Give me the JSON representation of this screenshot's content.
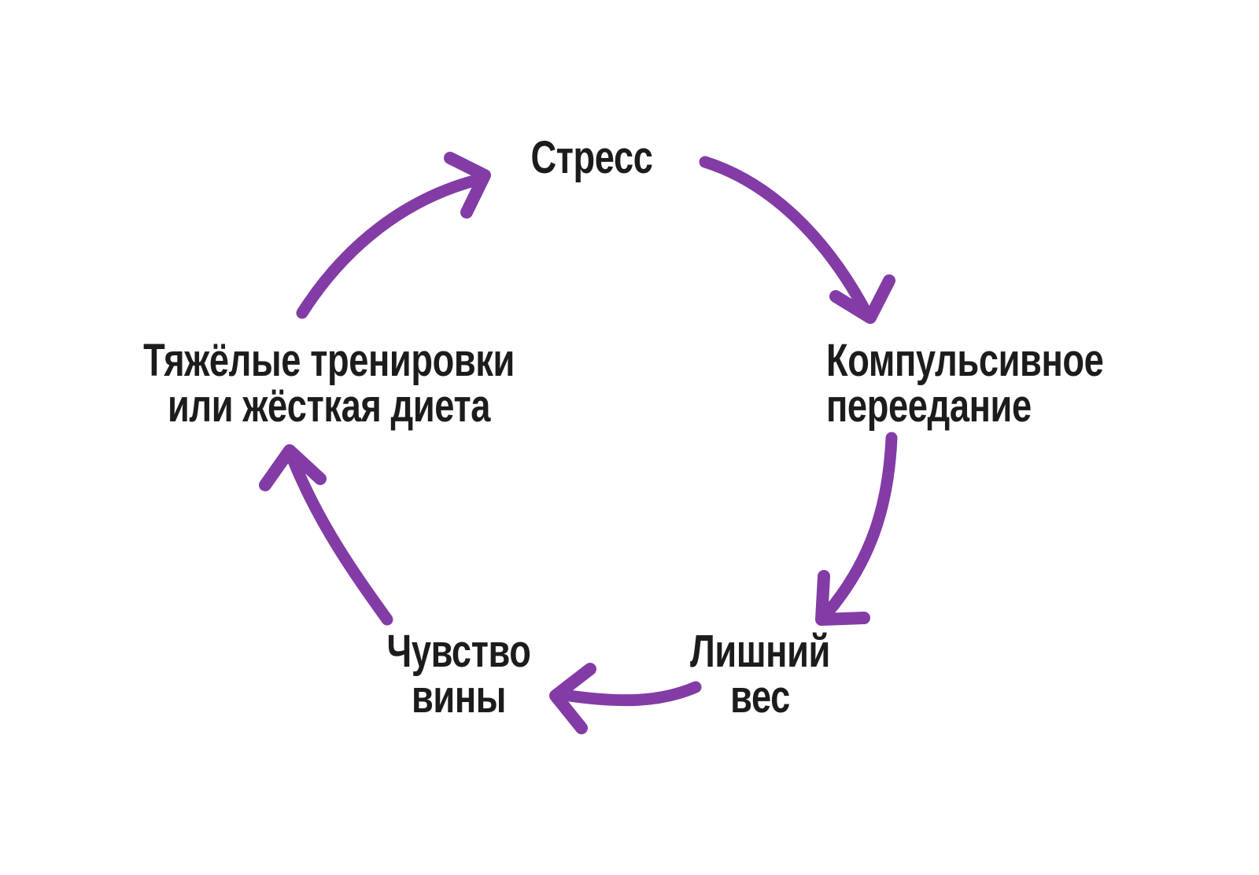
{
  "diagram": {
    "type": "cycle",
    "language": "ru",
    "nodes": {
      "stress": {
        "label": "Стресс"
      },
      "overeating": {
        "line1": "Компульсивное",
        "line2": "переедание"
      },
      "excess_weight": {
        "line1": "Лишний",
        "line2": "вес"
      },
      "guilt": {
        "line1": "Чувство",
        "line2": "вины"
      },
      "training_diet": {
        "line1": "Тяжёлые тренировки",
        "line2": "или жёсткая диета"
      }
    },
    "arrows": [
      {
        "from": "stress",
        "to": "overeating"
      },
      {
        "from": "overeating",
        "to": "excess_weight"
      },
      {
        "from": "excess_weight",
        "to": "guilt"
      },
      {
        "from": "guilt",
        "to": "training_diet"
      },
      {
        "from": "training_diet",
        "to": "stress"
      }
    ],
    "colors": {
      "arrow": "#833ca6",
      "text": "#1c1c1c",
      "background": "#ffffff"
    }
  }
}
